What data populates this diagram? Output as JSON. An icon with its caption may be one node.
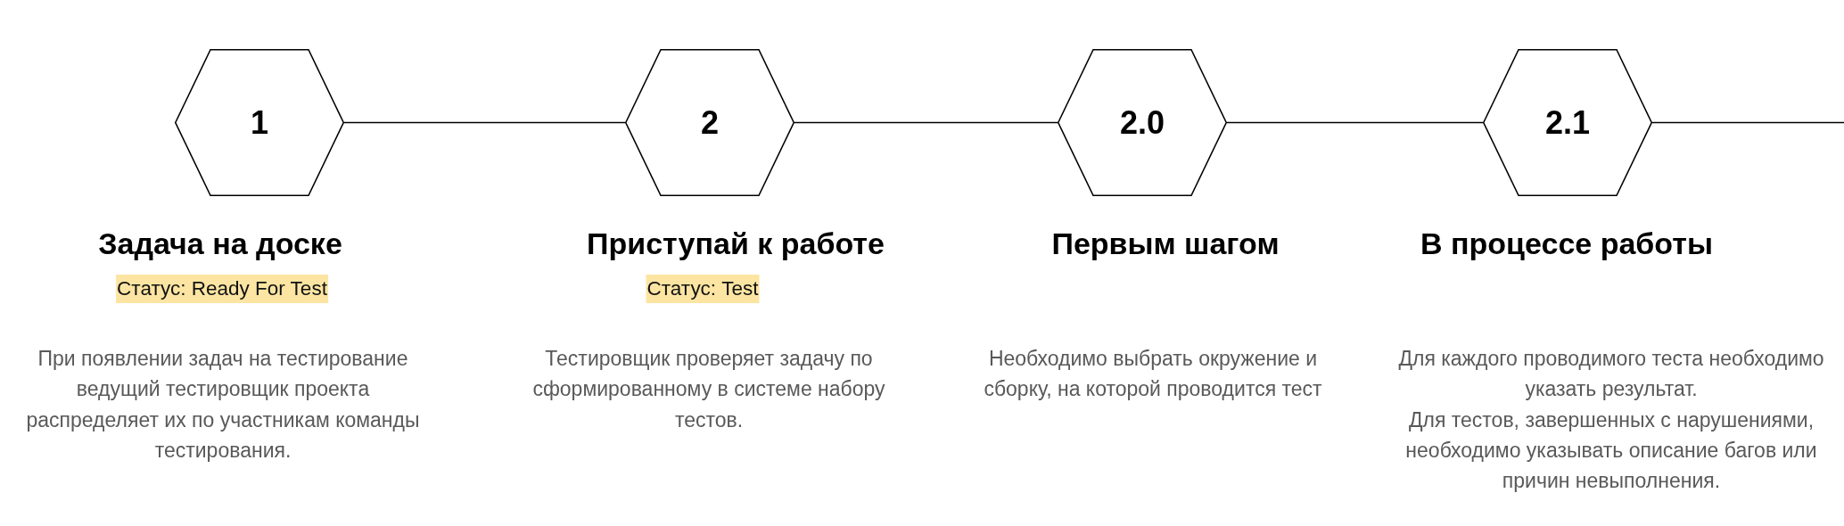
{
  "diagram": {
    "nodes": [
      {
        "text": [
          "1"
        ]
      },
      {
        "text": [
          "2"
        ]
      },
      {
        "text": [
          "2.0"
        ]
      },
      {
        "text": [
          "2.1"
        ]
      },
      {
        "text": [
          "Статус: Ready For Test"
        ]
      },
      {
        "text": [
          "Статус: Test"
        ]
      }
    ],
    "edges": [
      {
        "from": 0,
        "to": 1,
        "arrow": "none"
      },
      {
        "from": 1,
        "to": 2,
        "arrow": "none"
      },
      {
        "from": 2,
        "to": 3,
        "arrow": "none"
      },
      {
        "from": 3,
        "to": null,
        "arrow": "none"
      }
    ],
    "labels": [
      "Задача на доске",
      "Приступай к работе",
      "Первым шагом",
      "В процессе работы",
      "При появлении задач на тестирование ведущий тестировщик проекта распределяет их по участникам команды тестирования.",
      "Тестировщик проверяет задачу по сформированному в системе набору тестов.",
      "Необходимо выбрать окружение и сборку, на которой проводится тест",
      "Для каждого проводимого теста необходимо указать результат.",
      "Для тестов, завершенных с нарушениями, необходимо указывать описание багов или причин невыполнения."
    ]
  }
}
